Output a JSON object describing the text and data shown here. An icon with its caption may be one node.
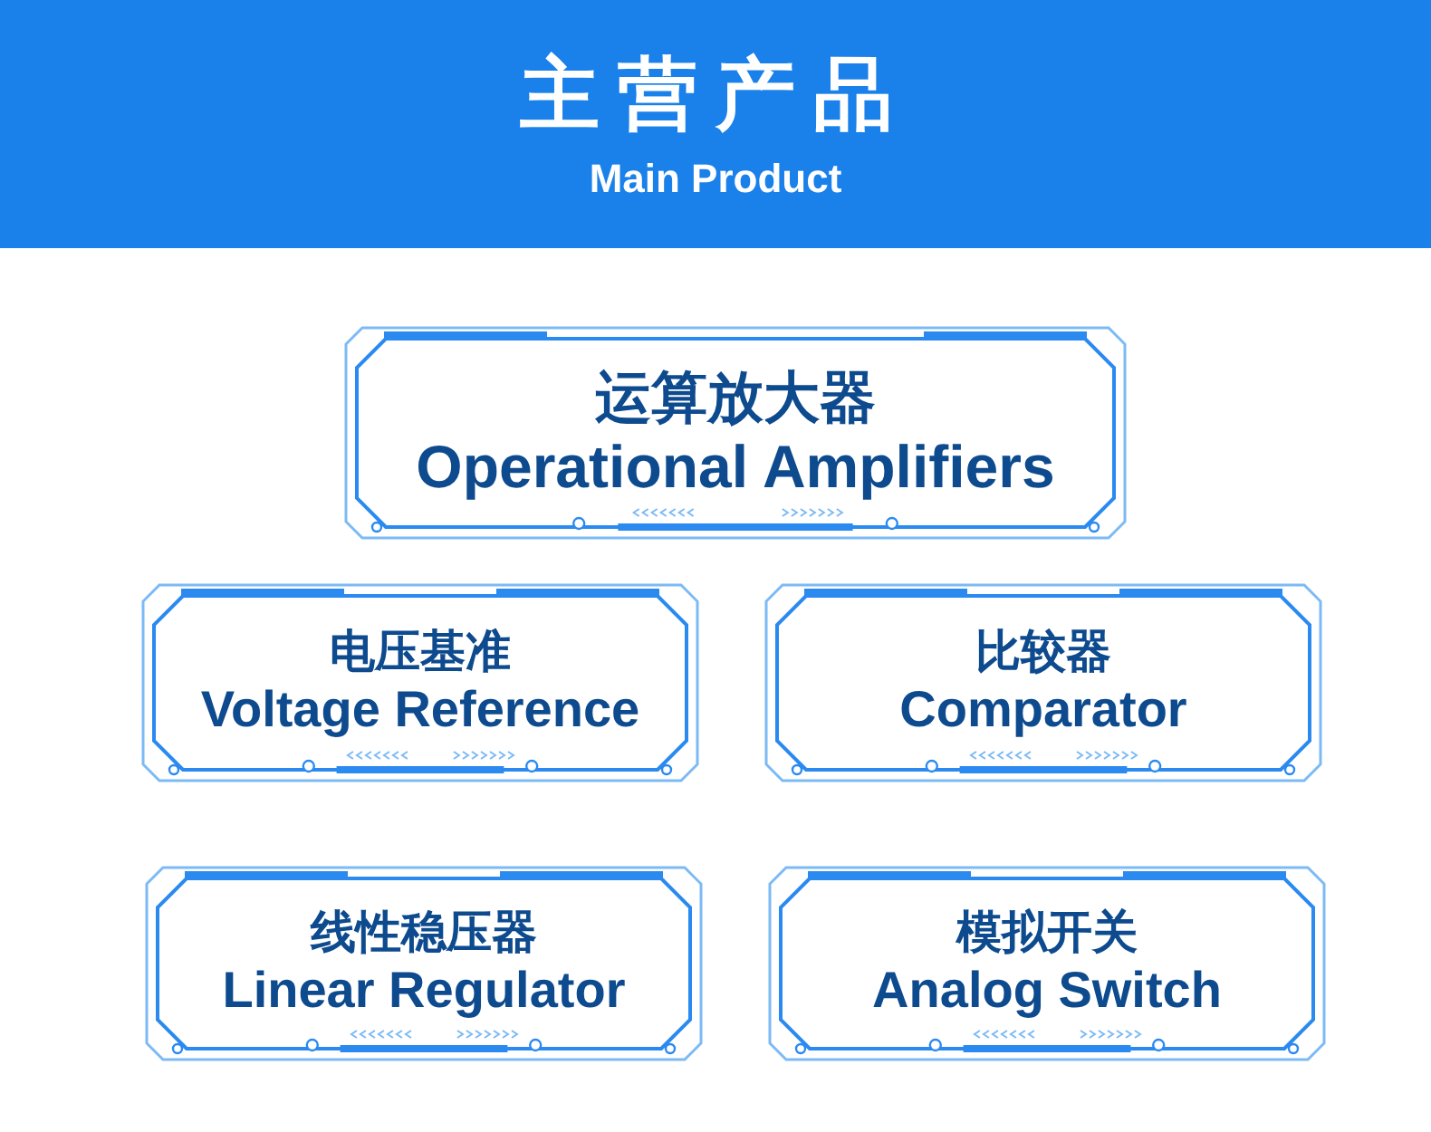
{
  "diagram": {
    "nodes": [
      {
        "text": [
          "主营产品",
          "Main Product"
        ]
      },
      {
        "text": [
          "运算放大器",
          "Operational Amplifiers"
        ]
      },
      {
        "text": [
          "电压基准",
          "Voltage Reference"
        ]
      },
      {
        "text": [
          "比较器",
          "Comparator"
        ]
      },
      {
        "text": [
          "线性稳压器",
          "Linear Regulator"
        ]
      },
      {
        "text": [
          "模拟开关",
          "Analog Switch"
        ]
      }
    ]
  }
}
